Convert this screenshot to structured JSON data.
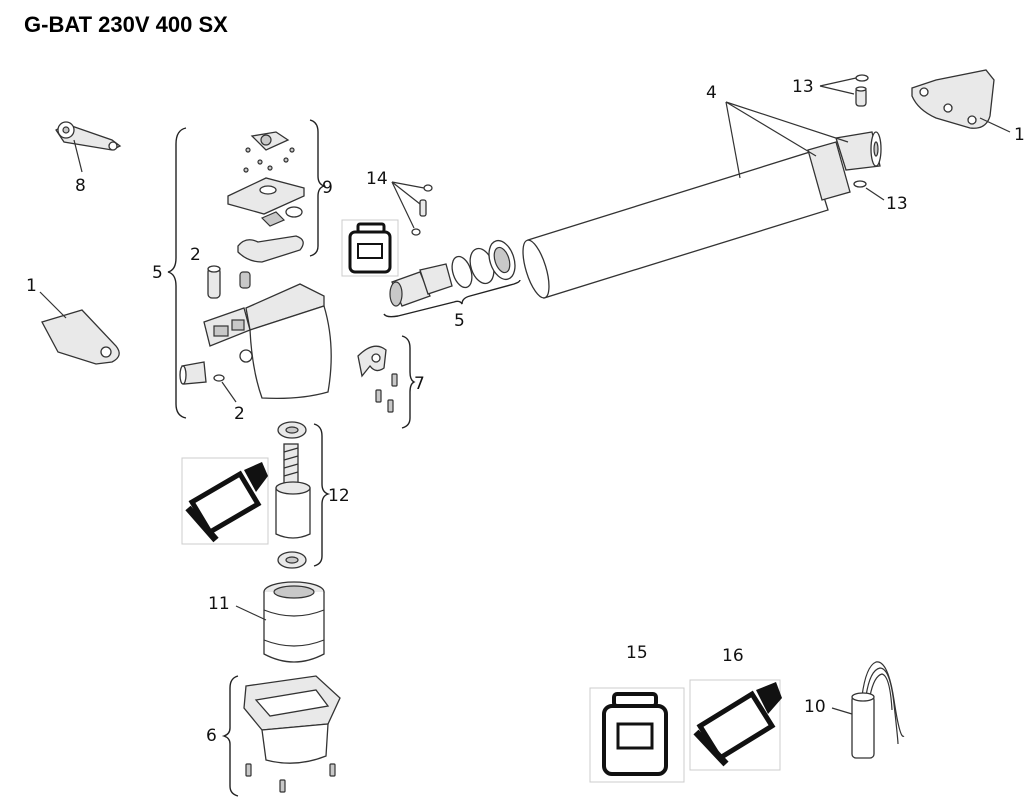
{
  "title": "G-BAT 230V 400 SX",
  "callouts": {
    "c1a": "1",
    "c1b": "1",
    "c2a": "2",
    "c2b": "2",
    "c4": "4",
    "c5a": "5",
    "c5b": "5",
    "c6": "6",
    "c7": "7",
    "c8": "8",
    "c9": "9",
    "c10": "10",
    "c11": "11",
    "c12": "12",
    "c13a": "13",
    "c13b": "13",
    "c14": "14",
    "c15": "15",
    "c16": "16"
  },
  "icons": {
    "grease_jar": "jar-icon",
    "grease_tube": "tube-icon"
  },
  "colors": {
    "ink": "#111111",
    "line": "#333333",
    "fill_light": "#e9e9e9"
  }
}
